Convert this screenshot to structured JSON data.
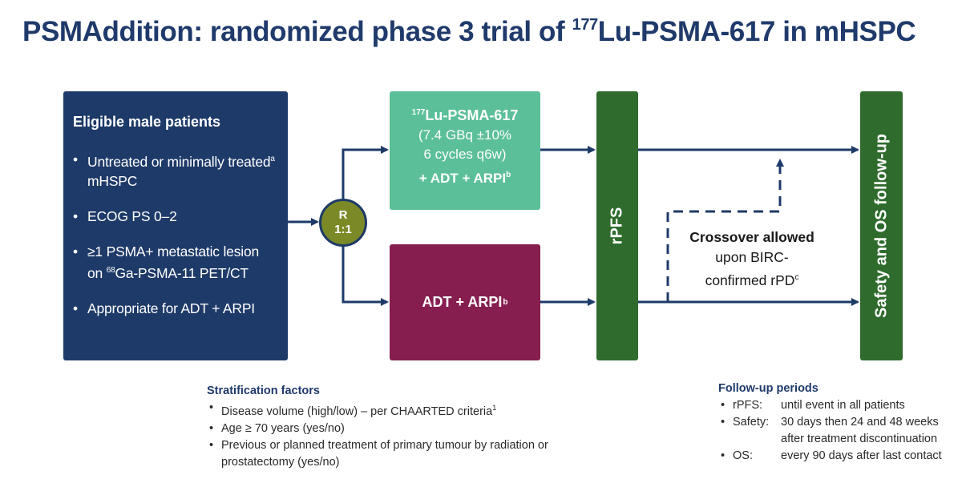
{
  "title": {
    "prefix": "PSMAddition: randomized phase 3 trial of ",
    "isotope_sup": "177",
    "suffix": "Lu-PSMA-617 in mHSPC"
  },
  "eligibility": {
    "heading": "Eligible male patients",
    "item1_a": "Untreated or minimally treated",
    "item1_sup": "a",
    "item1_b": " mHSPC",
    "item2": "ECOG PS 0–2",
    "item3_a": "≥1 PSMA+ metastatic lesion on ",
    "item3_sup": "68",
    "item3_b": "Ga-PSMA-11 PET/CT",
    "item4": "Appropriate for ADT + ARPI"
  },
  "randomization": {
    "line1": "R",
    "line2": "1:1"
  },
  "arm1": {
    "sup": "177",
    "name": "Lu-PSMA-617",
    "dose": "(7.4 GBq ±10%",
    "cycles": "6 cycles q6w)",
    "combo": "+ ADT + ARPI",
    "combo_sup": "b"
  },
  "arm2": {
    "label": "ADT + ARPI",
    "sup": "b"
  },
  "rpfs_label": "rPFS",
  "safety_label": "Safety and OS follow-up",
  "crossover": {
    "bold": "Crossover allowed",
    "line2": "upon BIRC-",
    "line3": "confirmed rPD",
    "sup": "c"
  },
  "stratification": {
    "heading": "Stratification factors",
    "item1": "Disease volume (high/low) – per CHAARTED criteria",
    "item1_sup": "1",
    "item2": "Age ≥ 70 years (yes/no)",
    "item3": "Previous or planned treatment of primary tumour by radiation or prostatectomy (yes/no)"
  },
  "followup": {
    "heading": "Follow-up periods",
    "rows": [
      {
        "key": "rPFS:",
        "value": "until event in all patients"
      },
      {
        "key": "Safety:",
        "value": "30 days then 24 and 48 weeks after treatment discontinuation"
      },
      {
        "key": "OS:",
        "value": "every 90 days after last contact"
      }
    ]
  },
  "colors": {
    "navy": "#1e3a68",
    "teal": "#5bbf99",
    "maroon": "#861e4f",
    "green": "#2e6b2c",
    "olive": "#7b8a26"
  }
}
